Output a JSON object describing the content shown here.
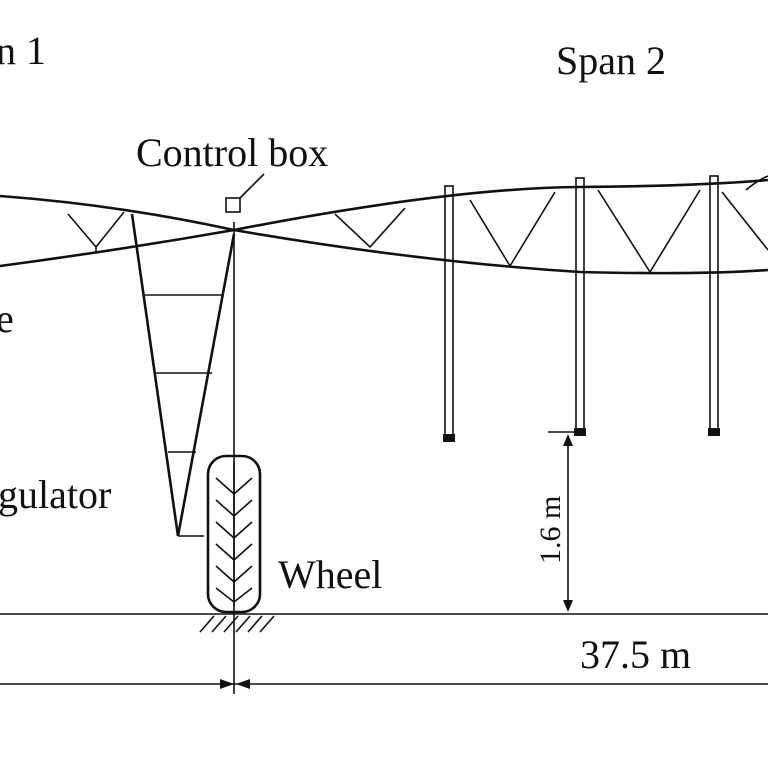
{
  "labels": {
    "span1": "n 1",
    "span2": "Span 2",
    "control_box": "Control box",
    "left_cut_e": "e",
    "regulator": "gulator",
    "wheel": "Wheel",
    "height": "1.6 m",
    "length": "37.5 m"
  },
  "colors": {
    "ink": "#111111",
    "background": "#ffffff"
  }
}
